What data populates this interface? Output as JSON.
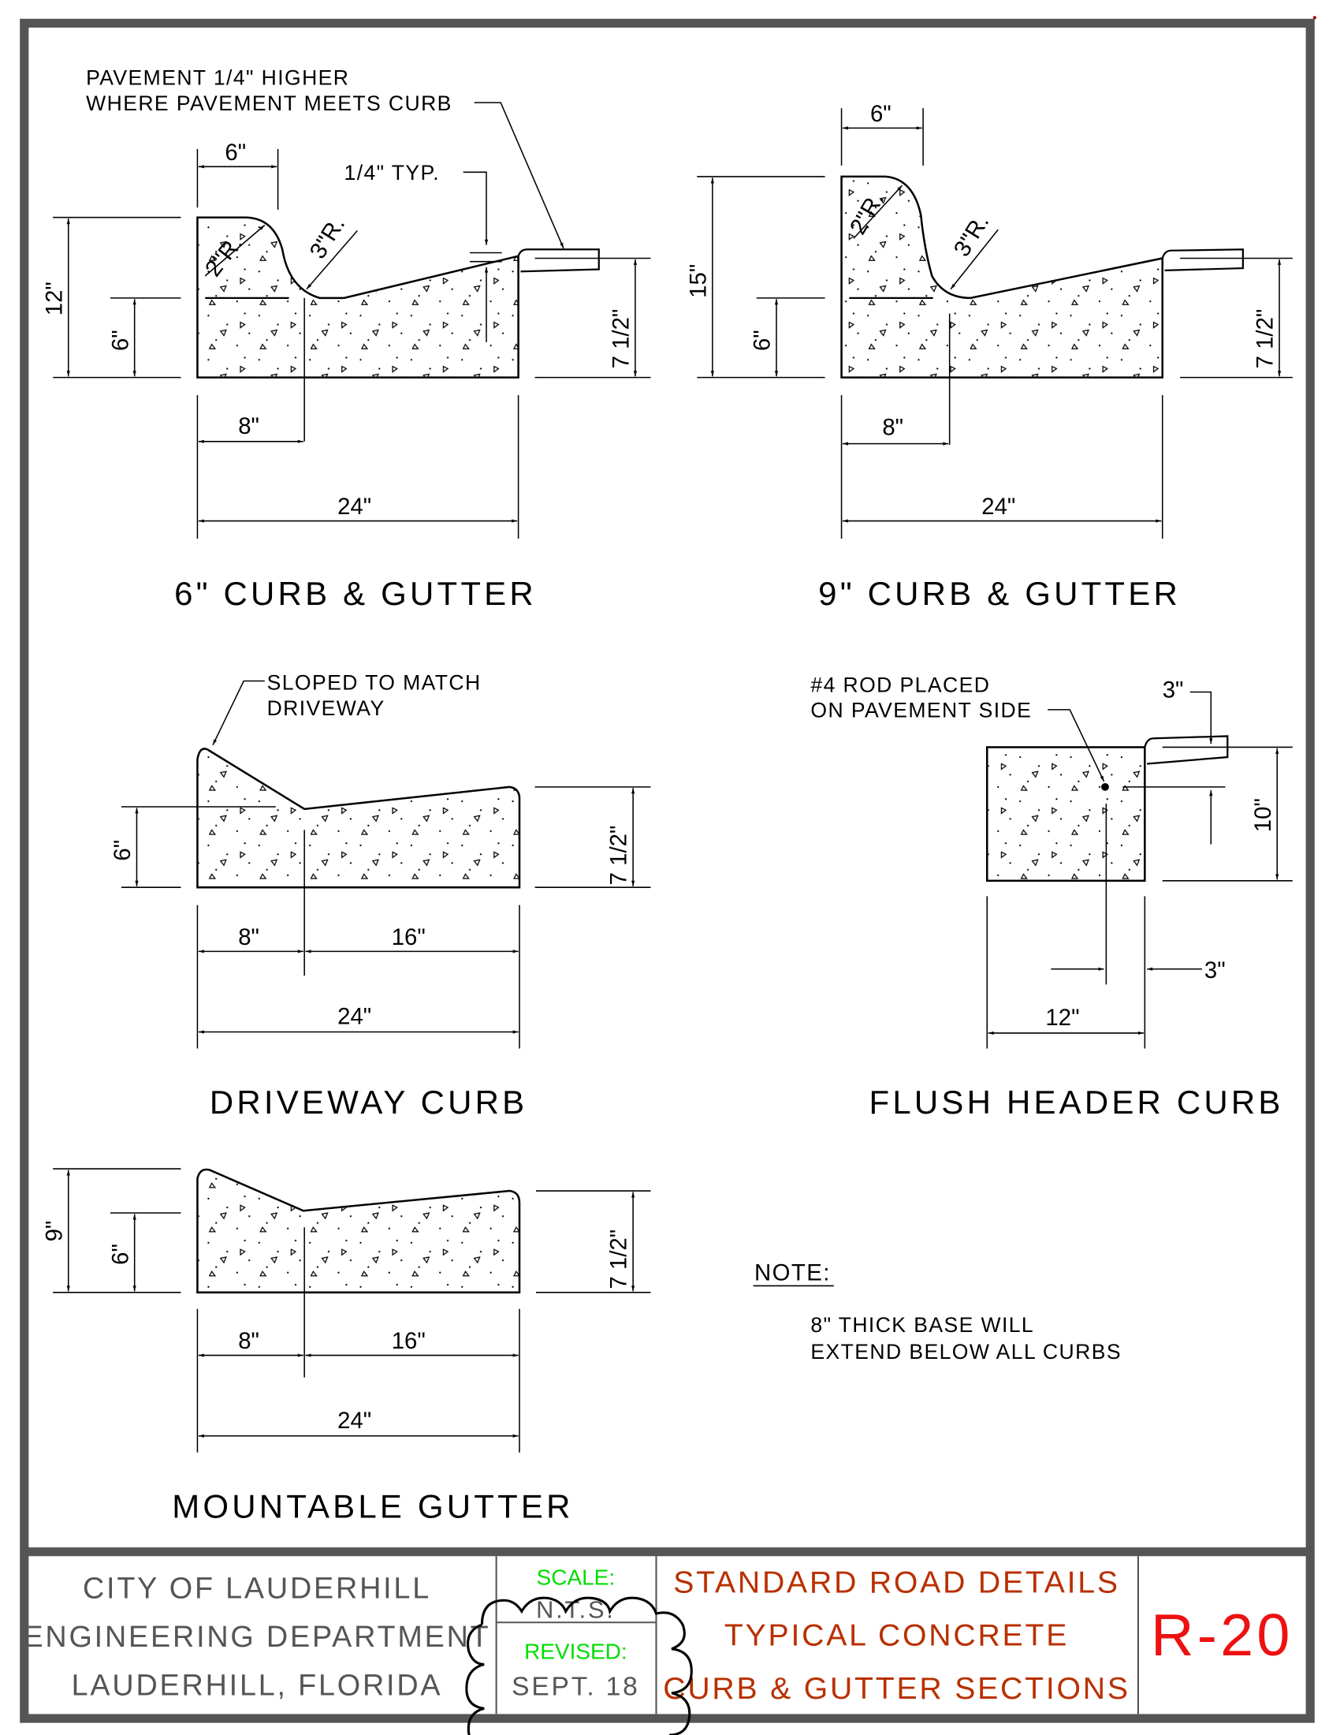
{
  "sheet": {
    "sections": {
      "curb6": {
        "title": "6\" CURB & GUTTER",
        "callout_pavement": [
          "PAVEMENT 1/4\" HIGHER",
          "WHERE PAVEMENT MEETS CURB"
        ],
        "callout_typ": "1/4\" TYP.",
        "dim_top": "6\"",
        "radius_1": "2\"R.",
        "radius_2": "3\"R.",
        "dim_height": "12\"",
        "dim_lower": "6\"",
        "dim_right": "7 1/2\"",
        "dim_gutter": "8\"",
        "dim_width": "24\""
      },
      "curb9": {
        "title": "9\" CURB & GUTTER",
        "dim_top": "6\"",
        "radius_1": "2\"R.",
        "radius_2": "3\"R.",
        "dim_height": "15\"",
        "dim_lower": "6\"",
        "dim_right": "7 1/2\"",
        "dim_gutter": "8\"",
        "dim_width": "24\""
      },
      "driveway": {
        "title": "DRIVEWAY CURB",
        "callout": [
          "SLOPED TO MATCH",
          "DRIVEWAY"
        ],
        "dim_left": "6\"",
        "dim_right": "7 1/2\"",
        "dim_a": "8\"",
        "dim_b": "16\"",
        "dim_width": "24\""
      },
      "flush": {
        "title": "FLUSH HEADER CURB",
        "callout": [
          "#4 ROD PLACED",
          "ON PAVEMENT SIDE"
        ],
        "dim_top_offset": "3\"",
        "dim_height": "10\"",
        "dim_side_offset": "3\"",
        "dim_width": "12\""
      },
      "mountable": {
        "title": "MOUNTABLE GUTTER",
        "dim_height": "9\"",
        "dim_lower": "6\"",
        "dim_right": "7 1/2\"",
        "dim_a": "8\"",
        "dim_b": "16\"",
        "dim_width": "24\""
      }
    },
    "note": {
      "heading": "NOTE:",
      "lines": [
        "8\" THICK BASE WILL",
        "EXTEND BELOW ALL CURBS"
      ]
    }
  },
  "title_block": {
    "agency": [
      "CITY OF LAUDERHILL",
      "ENGINEERING DEPARTMENT",
      "LAUDERHILL, FLORIDA"
    ],
    "scale_label": "SCALE:",
    "scale_value": "N.T.S.",
    "revised_label": "REVISED:",
    "revised_value": "SEPT. 18",
    "drawing_title": [
      "STANDARD ROAD DETAILS",
      "TYPICAL CONCRETE",
      "CURB & GUTTER SECTIONS"
    ],
    "sheet_number": "R-20",
    "colors": {
      "frame": "#555555",
      "label_green": "#00dd00",
      "title_red": "#b83000",
      "number_red": "#ee1111"
    }
  }
}
